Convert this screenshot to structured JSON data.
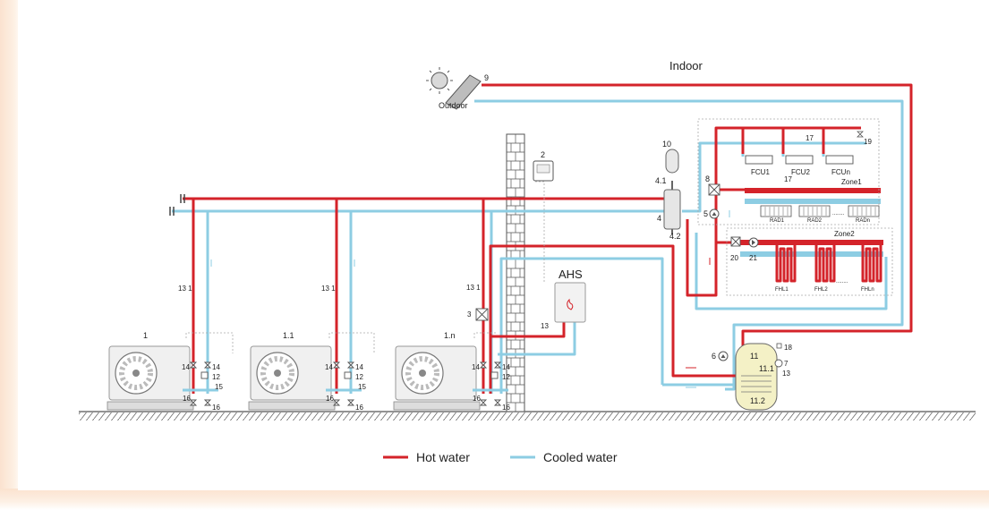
{
  "colors": {
    "hot": "#d4232a",
    "cold": "#8dcde3",
    "outline": "#555555",
    "accent_glow": "#fbe2cf"
  },
  "labels": {
    "indoor": "Indoor",
    "outdoor": "Outdoor",
    "ahs": "AHS",
    "zone1": "Zone1",
    "zone2": "Zone2",
    "unit_1": "1",
    "unit_1_1": "1.1",
    "unit_1_n": "1.n",
    "n2": "2",
    "n3": "3",
    "n4": "4",
    "n4_1": "4.1",
    "n4_2": "4.2",
    "n5": "5",
    "n6": "6",
    "n7": "7",
    "n8": "8",
    "n9": "9",
    "n10": "10",
    "n11": "11",
    "n11_1": "11.1",
    "n11_2": "11.2",
    "n12": "12",
    "n13": "13",
    "n14": "14",
    "n15": "15",
    "n16": "16",
    "n17": "17",
    "n18": "18",
    "n19": "19",
    "n20": "20",
    "n21": "21",
    "n13_1": "13 1",
    "fcu1": "FCU1",
    "fcu2": "FCU2",
    "fcun": "FCUn",
    "rad1": "RAD1",
    "rad2": "RAD2",
    "radn": "RADn",
    "fhl1": "FHL1",
    "fhl2": "FHL2",
    "fhln": "FHLn",
    "dots": "........"
  },
  "legend": {
    "hot": "Hot water",
    "cold": "Cooled water"
  }
}
